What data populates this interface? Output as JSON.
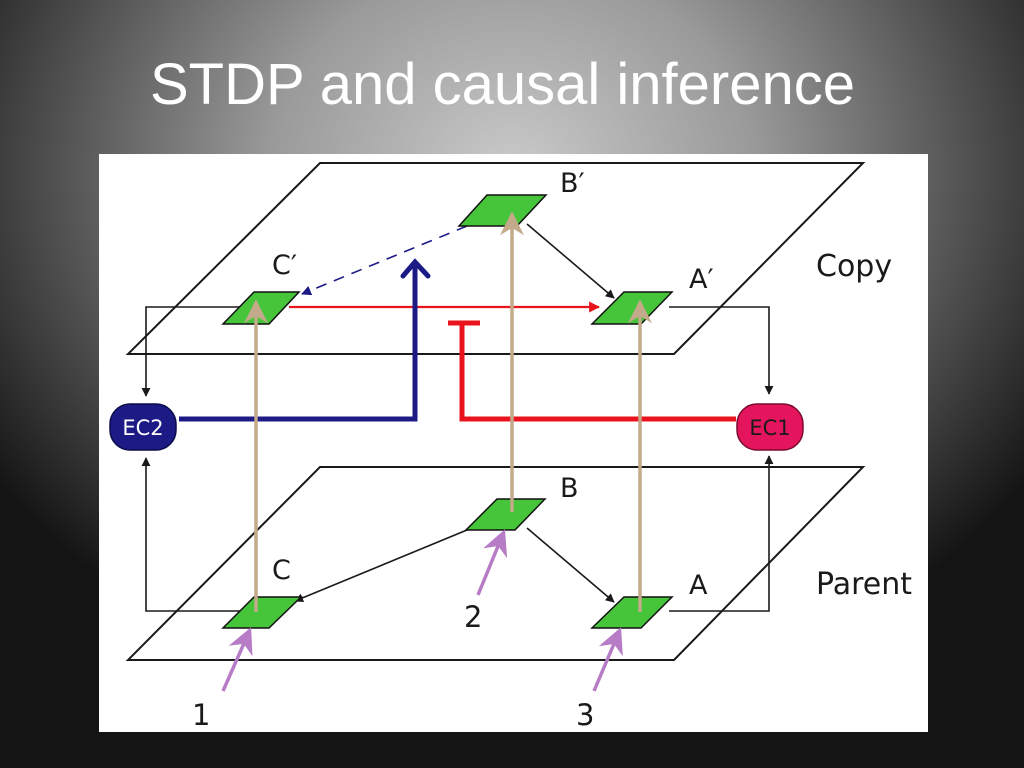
{
  "slide": {
    "title": "STDP and causal inference"
  },
  "diagram": {
    "planes": {
      "copy_label": "Copy",
      "parent_label": "Parent"
    },
    "nodes": {
      "b_prime": "B′",
      "c_prime": "C′",
      "a_prime": "A′",
      "b": "B",
      "c": "C",
      "a": "A"
    },
    "ec": {
      "ec1": "EC1",
      "ec2": "EC2"
    },
    "inputs": [
      "1",
      "2",
      "3"
    ],
    "colors": {
      "node_fill": "#46c53a",
      "ec1_fill": "#e4155c",
      "ec2_fill": "#1c1a85",
      "red_path": "#e8131b",
      "blue_path": "#1c1a85",
      "tan_arrow": "#c2aa8a",
      "purple_input": "#b77cc6"
    }
  }
}
